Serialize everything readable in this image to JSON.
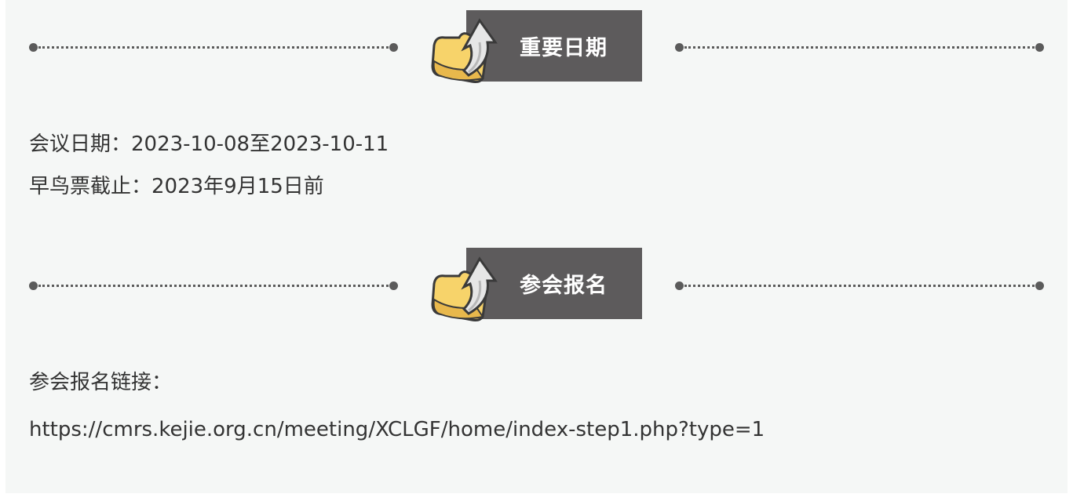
{
  "sections": [
    {
      "title": "重要日期",
      "lines": [
        "会议日期：2023-10-08至2023-10-11",
        "早鸟票截止：2023年9月15日前"
      ]
    },
    {
      "title": "参会报名",
      "lines": [
        "参会报名链接：",
        "https://cmrs.kejie.org.cn/meeting/XCLGF/home/index-step1.php?type=1"
      ]
    }
  ],
  "icons": {
    "section_icon": "folder-upload-icon"
  },
  "colors": {
    "badge_bg": "#5d5b5c",
    "panel_bg": "#f5f7f6",
    "text": "#333333",
    "folder": "#f7d36a"
  }
}
